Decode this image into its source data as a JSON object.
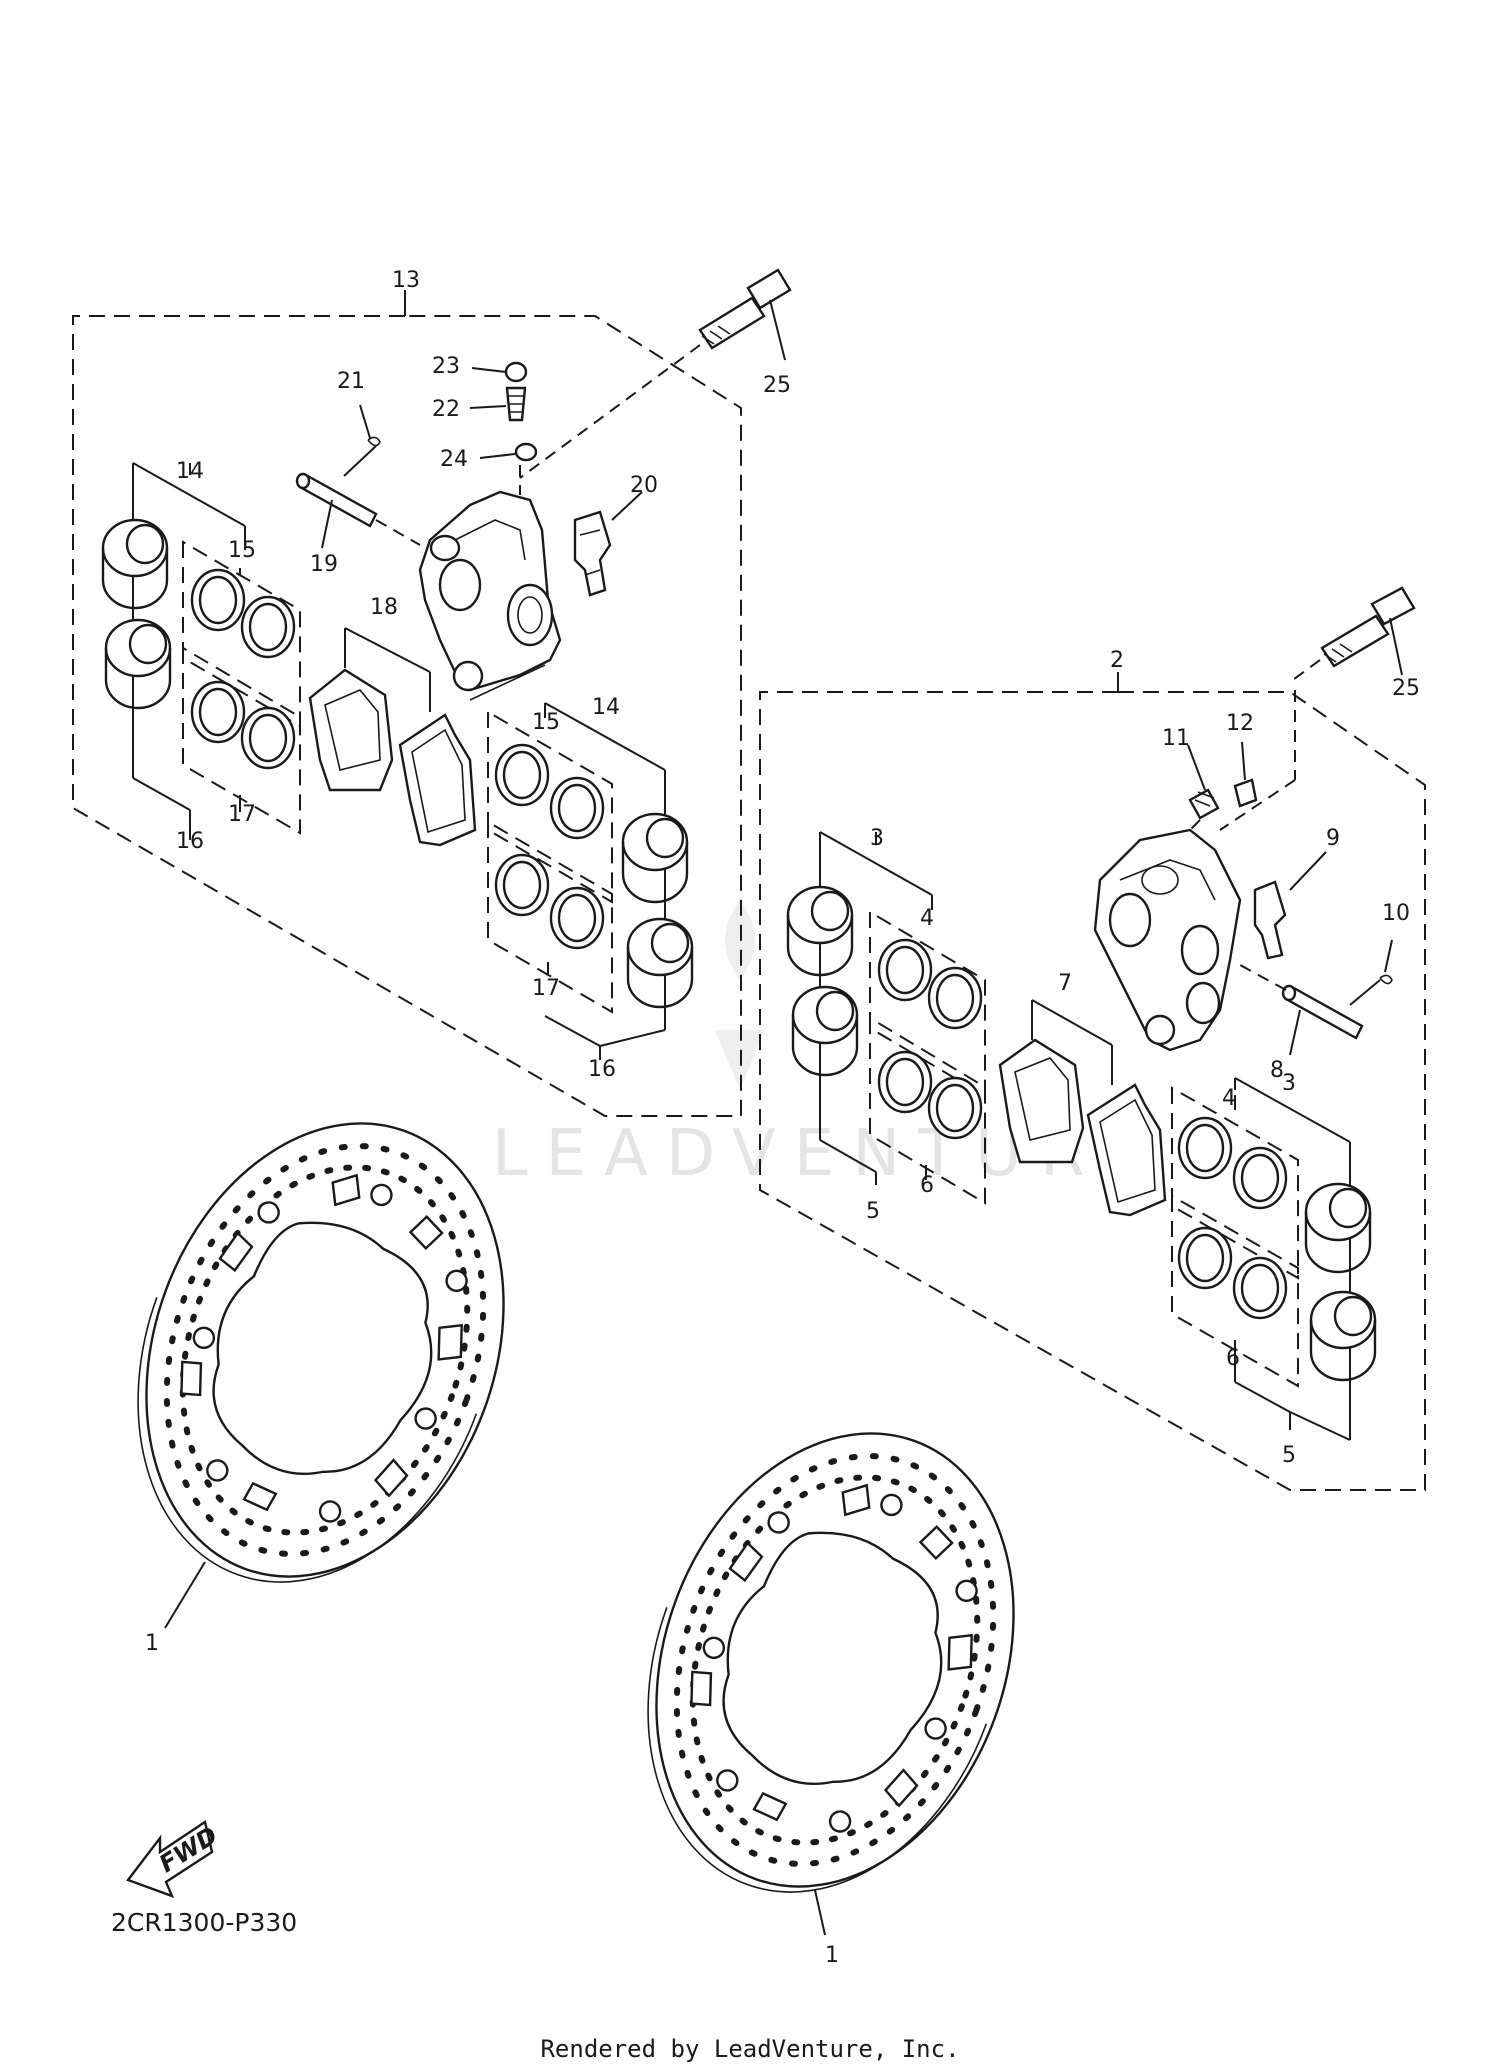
{
  "diagram": {
    "diagram_code": "2CR1300-P330",
    "credit": "Rendered by LeadVenture, Inc.",
    "watermark": "LEADVENTURE",
    "fwd_label": "FWD",
    "callouts": [
      {
        "id": "c13",
        "label": "13"
      },
      {
        "id": "c23",
        "label": "23"
      },
      {
        "id": "c22",
        "label": "22"
      },
      {
        "id": "c24",
        "label": "24"
      },
      {
        "id": "c21",
        "label": "21"
      },
      {
        "id": "c25a",
        "label": "25"
      },
      {
        "id": "c14a",
        "label": "14"
      },
      {
        "id": "c15a",
        "label": "15"
      },
      {
        "id": "c19",
        "label": "19"
      },
      {
        "id": "c20",
        "label": "20"
      },
      {
        "id": "c18",
        "label": "18"
      },
      {
        "id": "c17a",
        "label": "17"
      },
      {
        "id": "c16a",
        "label": "16"
      },
      {
        "id": "c15b",
        "label": "15"
      },
      {
        "id": "c14b",
        "label": "14"
      },
      {
        "id": "c17b",
        "label": "17"
      },
      {
        "id": "c16b",
        "label": "16"
      },
      {
        "id": "c2",
        "label": "2"
      },
      {
        "id": "c25b",
        "label": "25"
      },
      {
        "id": "c11",
        "label": "11"
      },
      {
        "id": "c12",
        "label": "12"
      },
      {
        "id": "c3a",
        "label": "3"
      },
      {
        "id": "c9",
        "label": "9"
      },
      {
        "id": "c4a",
        "label": "4"
      },
      {
        "id": "c10",
        "label": "10"
      },
      {
        "id": "c7",
        "label": "7"
      },
      {
        "id": "c8",
        "label": "8"
      },
      {
        "id": "c3b",
        "label": "3"
      },
      {
        "id": "c4b",
        "label": "4"
      },
      {
        "id": "c6a",
        "label": "6"
      },
      {
        "id": "c5a",
        "label": "5"
      },
      {
        "id": "c6b",
        "label": "6"
      },
      {
        "id": "c5b",
        "label": "5"
      },
      {
        "id": "c1a",
        "label": "1"
      },
      {
        "id": "c1b",
        "label": "1"
      }
    ]
  }
}
